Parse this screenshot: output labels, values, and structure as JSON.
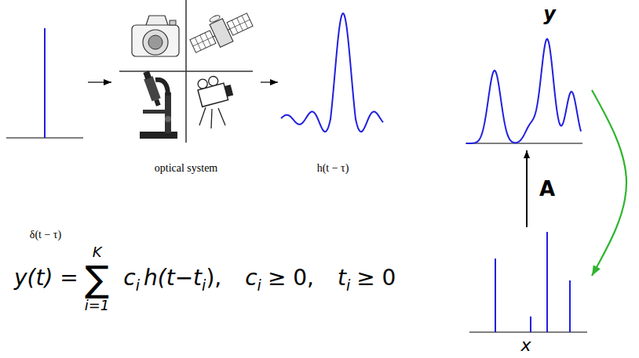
{
  "diagram": {
    "nodes": [
      {
        "text": [
          "δ(t − τ)"
        ]
      },
      {
        "text": [
          "optical system"
        ]
      },
      {
        "text": [
          "h(t − τ)"
        ]
      },
      {
        "text": [
          "y"
        ]
      },
      {
        "text": [
          "x"
        ]
      }
    ],
    "edges": [
      {
        "from": 0,
        "to": 1,
        "arrow": "to"
      },
      {
        "from": 1,
        "to": 2,
        "arrow": "to"
      },
      {
        "from": 4,
        "to": 3,
        "label": "A",
        "arrow": "to"
      },
      {
        "from": 3,
        "to": 4,
        "arrow": "to"
      }
    ],
    "labels": [
      "y(t) =",
      "K",
      "∑",
      "i=1",
      "c",
      "i",
      "h(t−t",
      "i",
      "),",
      "c",
      "i",
      "≥ 0,",
      "t",
      "i",
      "≥ 0"
    ]
  }
}
